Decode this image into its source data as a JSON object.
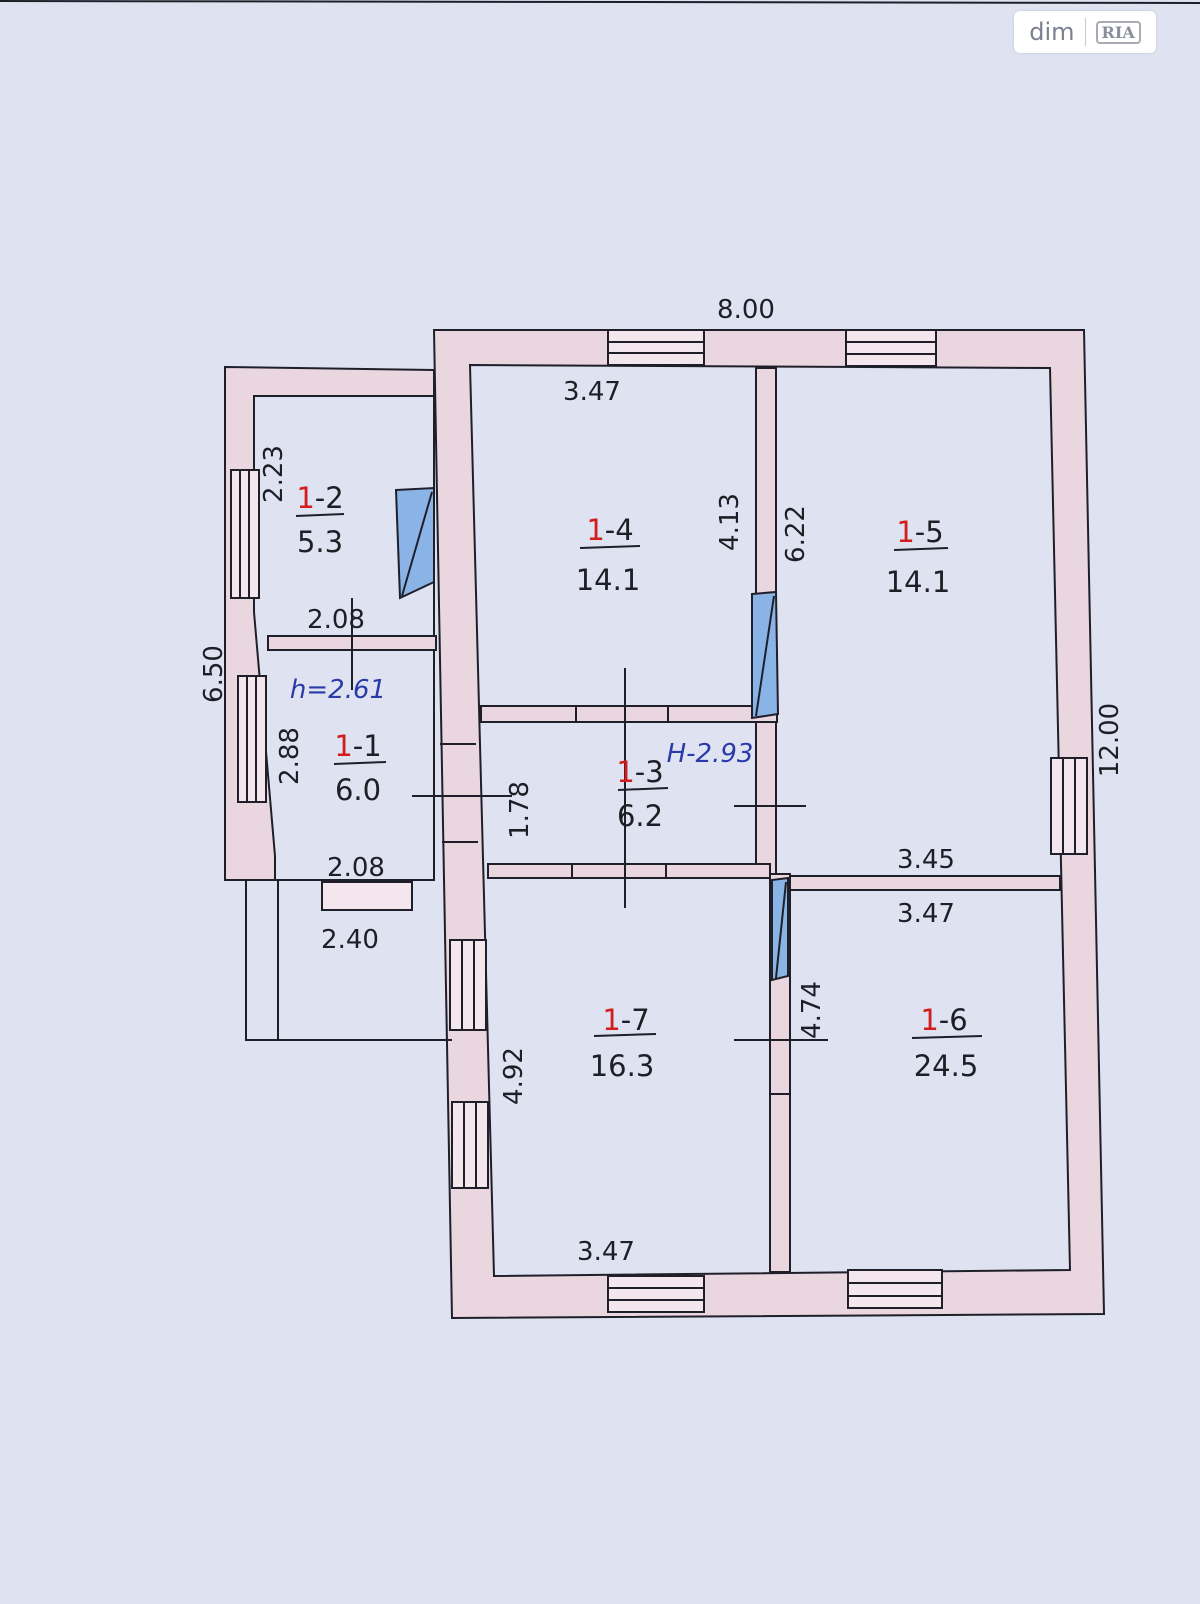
{
  "watermark": {
    "brand_text": "dim",
    "logo_text": "RIA"
  },
  "colors": {
    "paper": "#dfe3f1",
    "wall_fill": "#ead6de",
    "line": "#1f1f2a",
    "room_number": "#d21d1d",
    "height_label": "#2a3aa8",
    "door_fill": "#8ab3e6"
  },
  "rooms": [
    {
      "id": "1-1",
      "prefix": "1",
      "suffix": "-1",
      "area": "6.0"
    },
    {
      "id": "1-2",
      "prefix": "1",
      "suffix": "-2",
      "area": "5.3"
    },
    {
      "id": "1-3",
      "prefix": "1",
      "suffix": "-3",
      "area": "6.2"
    },
    {
      "id": "1-4",
      "prefix": "1",
      "suffix": "-4",
      "area": "14.1"
    },
    {
      "id": "1-5",
      "prefix": "1",
      "suffix": "-5",
      "area": "14.1"
    },
    {
      "id": "1-6",
      "prefix": "1",
      "suffix": "-6",
      "area": "24.5"
    },
    {
      "id": "1-7",
      "prefix": "1",
      "suffix": "-7",
      "area": "16.3"
    }
  ],
  "dimensions": {
    "overall_width": "8.00",
    "overall_length": "12.00",
    "annex_length": "6.50",
    "room_1_4_width": "3.47",
    "room_1_4_length": "4.13",
    "room_1_5_length": "6.22",
    "room_1_2_length": "2.23",
    "room_1_2_width": "2.08",
    "room_1_1_length": "2.88",
    "room_1_1_width": "2.08",
    "room_1_3_length": "1.78",
    "porch_width": "2.40",
    "room_1_5_width": "3.45",
    "room_1_6_width": "3.47",
    "room_1_6_length": "4.74",
    "room_1_7_length": "4.92",
    "room_1_7_width": "3.47"
  },
  "heights": {
    "annex": "h=2.61",
    "main": "H-2.93"
  }
}
